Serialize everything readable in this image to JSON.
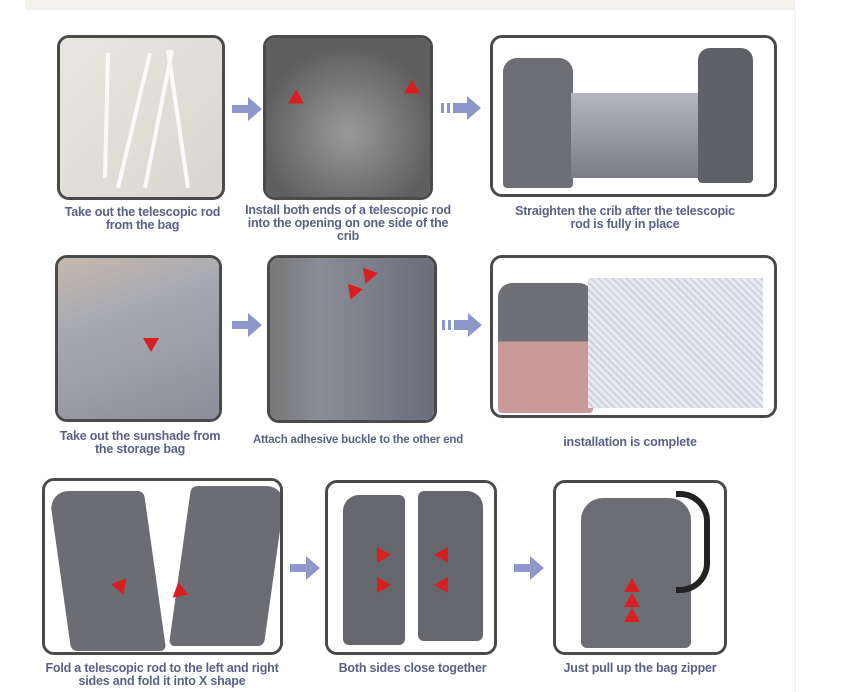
{
  "steps": [
    {
      "caption": "Take out the telescopic rod from the bag"
    },
    {
      "caption": "Install both ends of a telescopic rod into the opening on one side of the crib"
    },
    {
      "caption": "Straighten the crib after the telescopic rod is fully in place"
    },
    {
      "caption": "Take out the sunshade from the storage bag"
    },
    {
      "caption": "Attach adhesive buckle to the other end"
    },
    {
      "caption": "installation is complete"
    },
    {
      "caption": "Fold a telescopic rod to the left and right sides and fold it into X shape"
    },
    {
      "caption": "Both sides close together"
    },
    {
      "caption": "Just pull up the bag zipper"
    }
  ],
  "colors": {
    "caption": "#5a6285",
    "arrow": "#8e97c9",
    "marker": "#d81e1e",
    "frame": "#4a4a4a"
  }
}
